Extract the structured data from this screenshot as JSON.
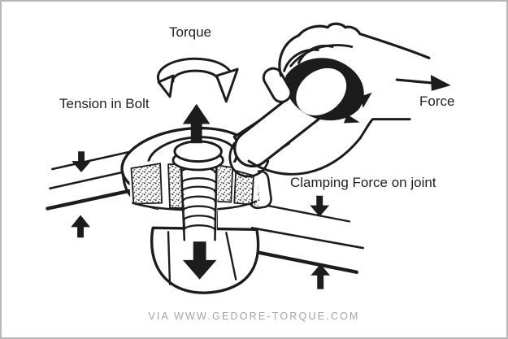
{
  "frame": {
    "background_color": "#ffffff",
    "border_color": "#b7b7b7"
  },
  "labels": {
    "torque": "Torque",
    "tension_in_bolt": "Tension in Bolt",
    "force": "Force",
    "clamping_force": "Clamping Force on joint"
  },
  "footer": {
    "credit": "VIA WWW.GEDORE-TORQUE.COM",
    "text_color": "#a3a3a3"
  },
  "artwork": {
    "ink_color": "#1c1c1c",
    "icons": [
      "torque-rotation-icon",
      "tension-arrow-up-icon",
      "force-arrow-right-icon",
      "clamping-arrow-down-left-icon",
      "clamping-arrow-up-left-icon",
      "clamping-arrow-down-right-icon",
      "clamping-arrow-up-right-icon",
      "nut-arrow-down-icon"
    ],
    "depicts": "hand pulling a ring wrench to tighten a bolt and nut clamping two plates"
  }
}
